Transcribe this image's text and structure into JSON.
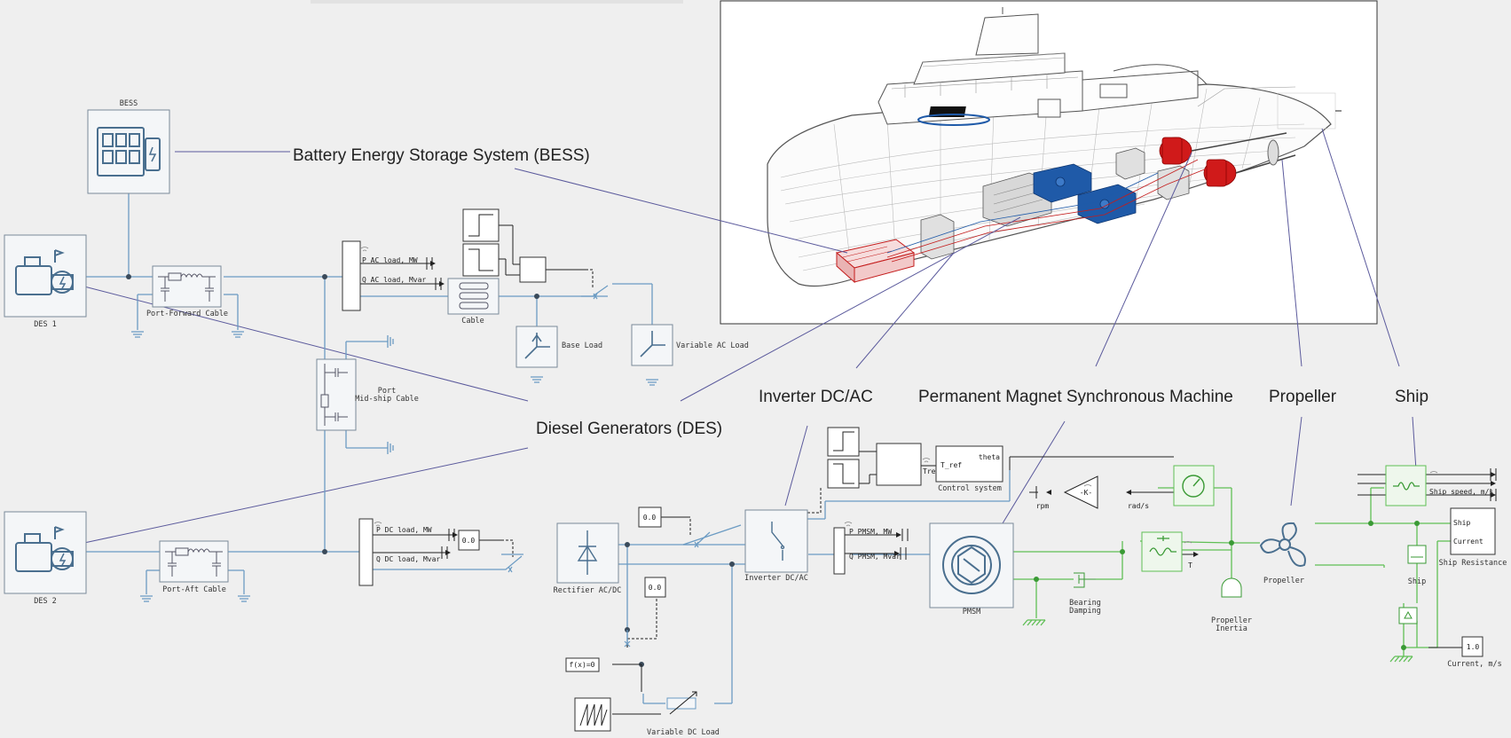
{
  "callouts": {
    "bess": "Battery Energy Storage System (BESS)",
    "des": "Diesel Generators (DES)",
    "inverter": "Inverter DC/AC",
    "pmsm": "Permanent Magnet Synchronous Machine",
    "propeller": "Propeller",
    "ship": "Ship"
  },
  "blocks": {
    "bess": "BESS",
    "des1": "DES 1",
    "des2": "DES 2",
    "port_forward_cable": "Port-Forward Cable",
    "port_aft_cable": "Port-Aft Cable",
    "port_midship_cable_1": "Port",
    "port_midship_cable_2": "Mid-ship Cable",
    "cable": "Cable",
    "base_load": "Base Load",
    "variable_ac_load": "Variable AC Load",
    "rectifier": "Rectifier AC/DC",
    "inverter": "Inverter DC/AC",
    "control_system": "Control system",
    "pmsm": "PMSM",
    "bearing_damping_1": "Bearing",
    "bearing_damping_2": "Damping",
    "propeller_inertia_1": "Propeller",
    "propeller_inertia_2": "Inertia",
    "propeller": "Propeller",
    "ship": "Ship",
    "ship_resistance": "Ship Resistance",
    "variable_dc_load": "Variable DC Load",
    "current_ms": "Current, m/s"
  },
  "signals": {
    "p_ac_load": "P AC load, MW",
    "q_ac_load": "Q AC load, Mvar",
    "p_dc_load": "P DC load, MW",
    "q_dc_load": "Q DC load, Mvar",
    "p_pmsm": "P PMSM, MW",
    "q_pmsm": "Q PMSM, Mvar",
    "tref": "Tref",
    "t_ref": "T_ref",
    "theta": "theta",
    "rpm": "rpm",
    "rads": "rad/s",
    "gain": "-K-",
    "ship_speed": "Ship speed, m/s",
    "fx": "f(x)=0",
    "const_dc": "0.0",
    "const_dc2": "0.0",
    "const_dc3": "0.0",
    "current_value": "1.0",
    "ship_port": "Ship",
    "current_port": "Current",
    "t_label": "T"
  },
  "colors": {
    "electrical": "#6b9bc3",
    "mechanical": "#5fbf55",
    "callout": "#5b5a9c",
    "motor_red": "#d01a1a",
    "engine_blue": "#1f5aa8"
  }
}
